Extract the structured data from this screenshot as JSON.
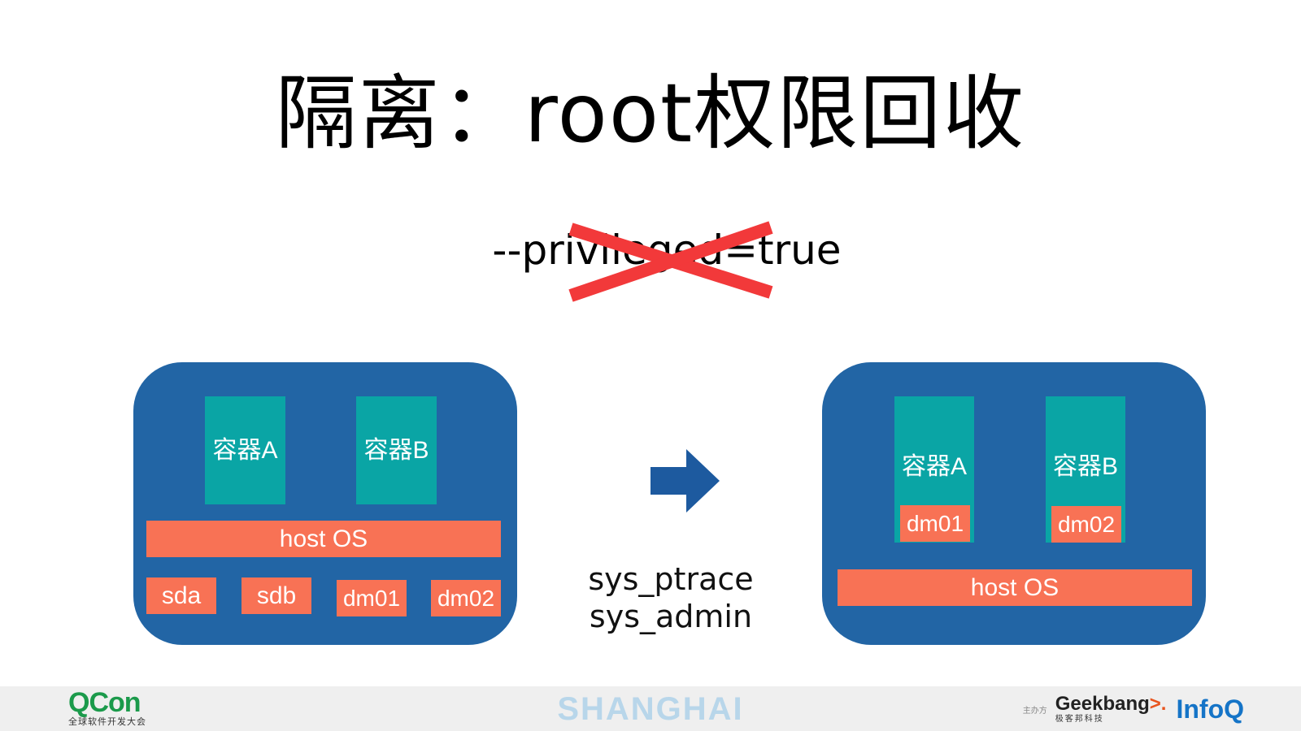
{
  "slide": {
    "title": "隔离：root权限回收",
    "flag": "--privileged=true",
    "capabilities": [
      "sys_ptrace",
      "sys_admin"
    ]
  },
  "left_panel": {
    "containers": [
      "容器A",
      "容器B"
    ],
    "host": "host OS",
    "devices": [
      "sda",
      "sdb",
      "dm01",
      "dm02"
    ]
  },
  "right_panel": {
    "containers": [
      "容器A",
      "容器B"
    ],
    "container_devices": [
      "dm01",
      "dm02"
    ],
    "host": "host OS"
  },
  "footer": {
    "qcon_logo": "QCon",
    "qcon_subtitle": "全球软件开发大会",
    "city": "SHANGHAI",
    "organizer_label": "主办方",
    "geekbang_logo": "Geekbang",
    "geekbang_mark": ">.",
    "geekbang_subtitle": "极客邦科技",
    "infoq_logo": "InfoQ"
  },
  "colors": {
    "panel": "#2265a5",
    "container": "#0aa5a5",
    "host": "#f87255",
    "cross": "#f2393a",
    "arrow": "#1d5a9f"
  }
}
